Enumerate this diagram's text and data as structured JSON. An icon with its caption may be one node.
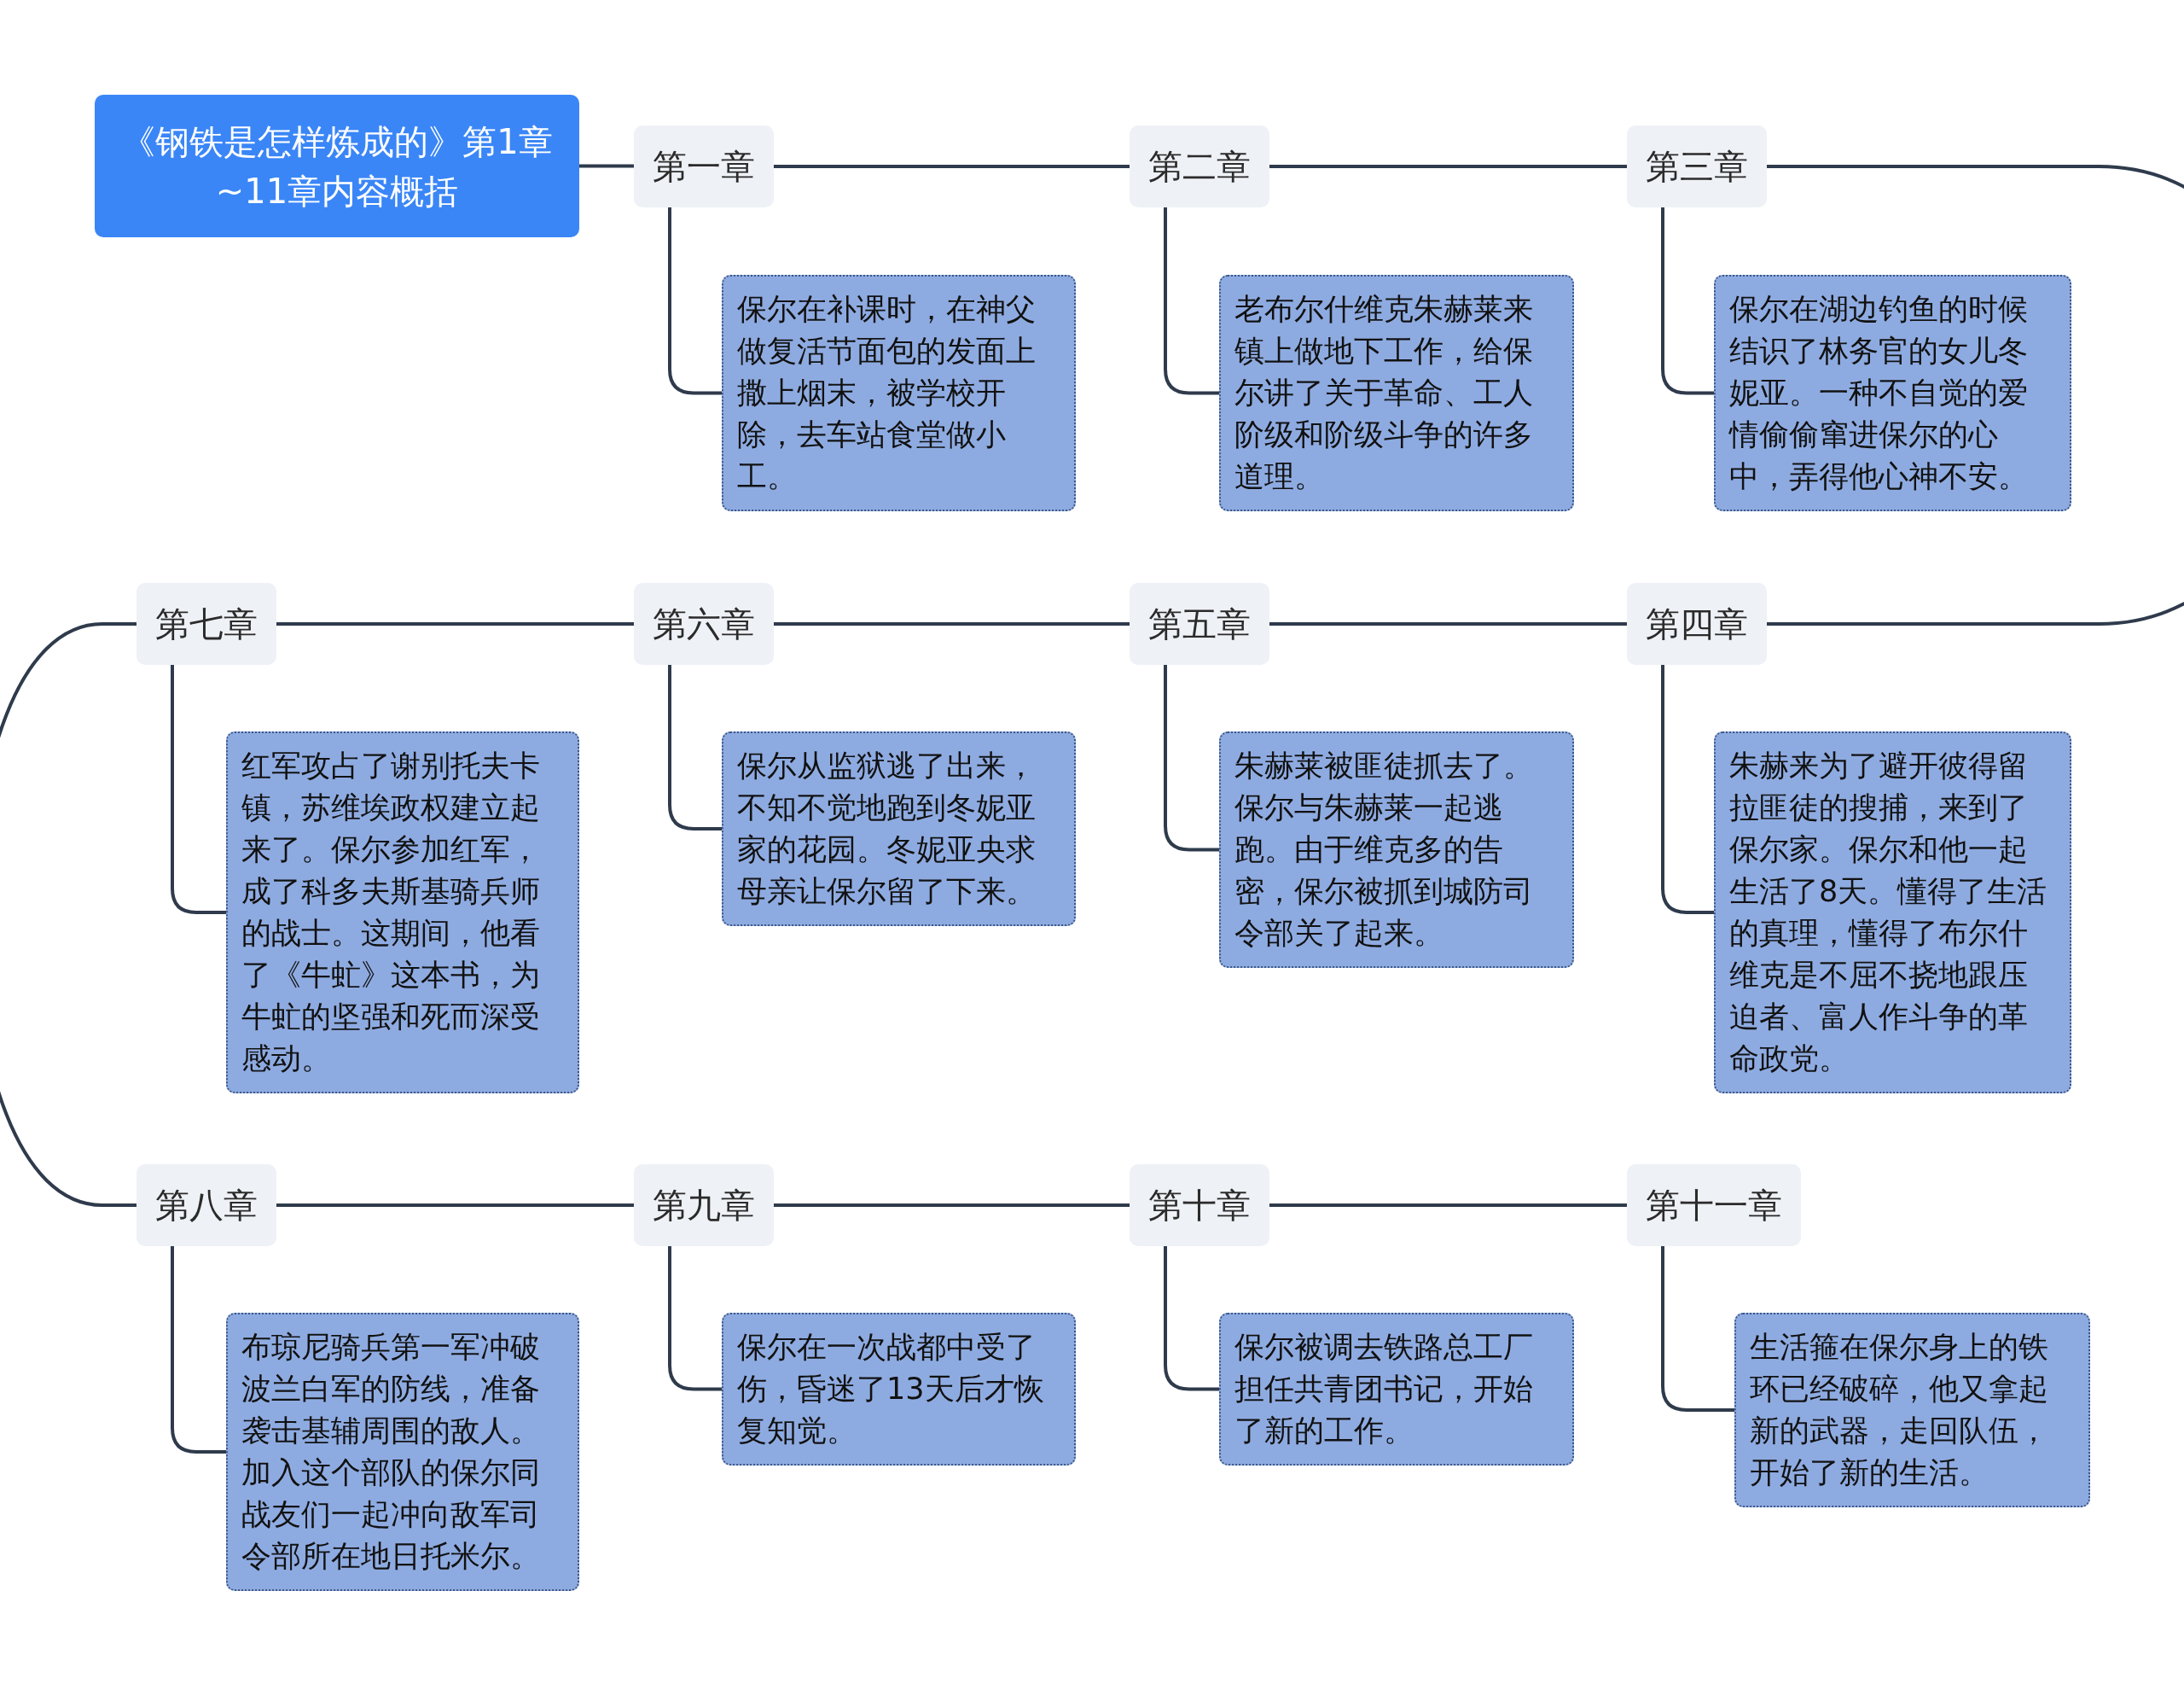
{
  "diagram": {
    "nodes": [
      {
        "text": [
          "《钢铁是怎样炼成的》第1章~11章内容概括"
        ]
      },
      {
        "text": [
          "第一章"
        ]
      },
      {
        "text": [
          "保尔在补课时，在神父做复活节面包的发面上撒上烟末，被学校开除，去车站食堂做小工。"
        ]
      },
      {
        "text": [
          "第二章"
        ]
      },
      {
        "text": [
          "老布尔什维克朱赫莱来镇上做地下工作，给保尔讲了关于革命、工人阶级和阶级斗争的许多道理。"
        ]
      },
      {
        "text": [
          "第三章"
        ]
      },
      {
        "text": [
          "保尔在湖边钓鱼的时候结识了林务官的女儿冬妮亚。一种不自觉的爱情偷偷窜进保尔的心中，弄得他心神不安。"
        ]
      },
      {
        "text": [
          "第四章"
        ]
      },
      {
        "text": [
          "朱赫来为了避开彼得留拉匪徒的搜捕，来到了保尔家。保尔和他一起生活了8天。懂得了生活的真理，懂得了布尔什维克是不屈不挠地跟压迫者、富人作斗争的革命政党。"
        ]
      },
      {
        "text": [
          "第五章"
        ]
      },
      {
        "text": [
          "朱赫莱被匪徒抓去了。保尔与朱赫莱一起逃跑。由于维克多的告密，保尔被抓到城防司令部关了起来。"
        ]
      },
      {
        "text": [
          "第六章"
        ]
      },
      {
        "text": [
          "保尔从监狱逃了出来，不知不觉地跑到冬妮亚家的花园。冬妮亚央求母亲让保尔留了下来。"
        ]
      },
      {
        "text": [
          "第七章"
        ]
      },
      {
        "text": [
          "红军攻占了谢别托夫卡镇，苏维埃政权建立起来了。保尔参加红军，成了科多夫斯基骑兵师的战士。这期间，他看了《牛虻》这本书，为牛虻的坚强和死而深受感动。"
        ]
      },
      {
        "text": [
          "第八章"
        ]
      },
      {
        "text": [
          "布琼尼骑兵第一军冲破波兰白军的防线，准备袭击基辅周围的敌人。加入这个部队的保尔同战友们一起冲向敌军司令部所在地日托米尔。"
        ]
      },
      {
        "text": [
          "第九章"
        ]
      },
      {
        "text": [
          "保尔在一次战都中受了伤，昏迷了13天后才恢复知觉。"
        ]
      },
      {
        "text": [
          "第十章"
        ]
      },
      {
        "text": [
          "保尔被调去铁路总工厂担任共青团书记，开始了新的工作。"
        ]
      },
      {
        "text": [
          "第十一章"
        ]
      },
      {
        "text": [
          "生活箍在保尔身上的铁环已经破碎，他又拿起新的武器，走回队伍，开始了新的生活。"
        ]
      }
    ],
    "edges": [
      {
        "from": 0,
        "to": 1,
        "arrow": "none"
      },
      {
        "from": 1,
        "to": 3,
        "arrow": "none"
      },
      {
        "from": 3,
        "to": 5,
        "arrow": "none"
      },
      {
        "from": 5,
        "to": 7,
        "arrow": "none"
      },
      {
        "from": 7,
        "to": 9,
        "arrow": "none"
      },
      {
        "from": 9,
        "to": 11,
        "arrow": "none"
      },
      {
        "from": 11,
        "to": 13,
        "arrow": "none"
      },
      {
        "from": 13,
        "to": 15,
        "arrow": "none"
      },
      {
        "from": 15,
        "to": 17,
        "arrow": "none"
      },
      {
        "from": 17,
        "to": 19,
        "arrow": "none"
      },
      {
        "from": 19,
        "to": 21,
        "arrow": "none"
      },
      {
        "from": 1,
        "to": 2,
        "arrow": "none"
      },
      {
        "from": 3,
        "to": 4,
        "arrow": "none"
      },
      {
        "from": 5,
        "to": 6,
        "arrow": "none"
      },
      {
        "from": 7,
        "to": 8,
        "arrow": "none"
      },
      {
        "from": 9,
        "to": 10,
        "arrow": "none"
      },
      {
        "from": 11,
        "to": 12,
        "arrow": "none"
      },
      {
        "from": 13,
        "to": 14,
        "arrow": "none"
      },
      {
        "from": 15,
        "to": 16,
        "arrow": "none"
      },
      {
        "from": 17,
        "to": 18,
        "arrow": "none"
      },
      {
        "from": 19,
        "to": 20,
        "arrow": "none"
      },
      {
        "from": 21,
        "to": 22,
        "arrow": "none"
      }
    ]
  }
}
